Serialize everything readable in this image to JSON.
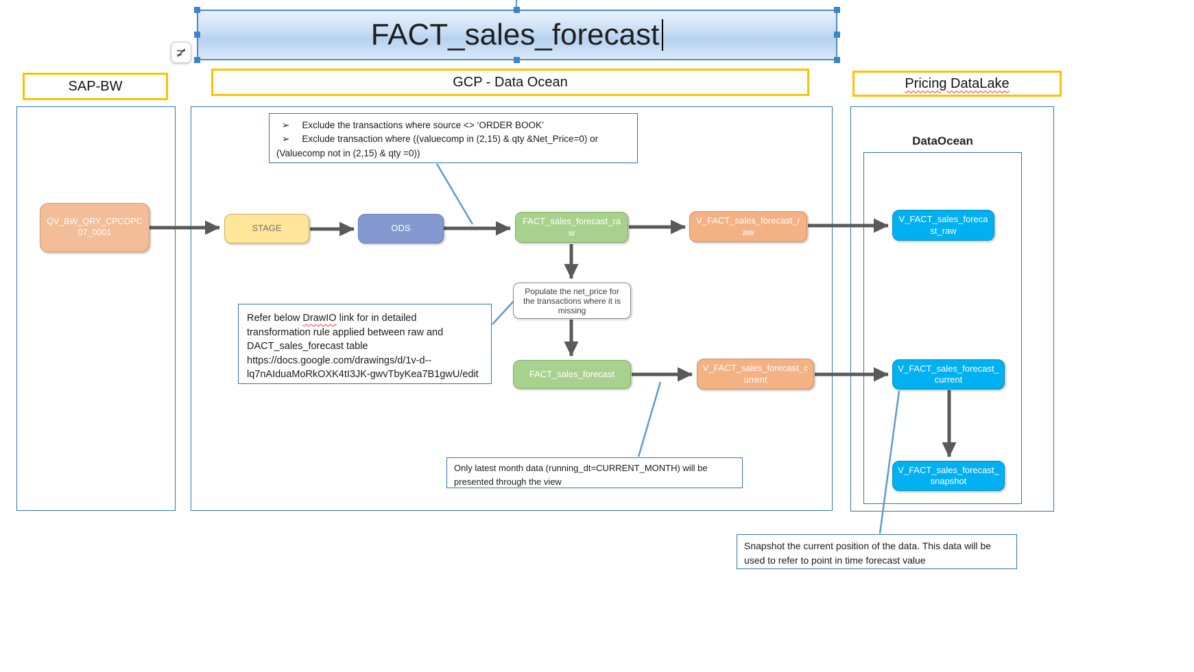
{
  "title": {
    "text": "FACT_sales_forecast"
  },
  "sections": {
    "sap_bw": {
      "label": "SAP-BW"
    },
    "gcp": {
      "label": "GCP - Data Ocean"
    },
    "pricing": {
      "label": "Pricing DataLake"
    }
  },
  "data_ocean": {
    "label": "DataOcean"
  },
  "nodes": {
    "qv": {
      "label": "QV_BW_QRY_CPCOPC07_0001"
    },
    "stage": {
      "label": "STAGE"
    },
    "ods": {
      "label": "ODS"
    },
    "fact_raw": {
      "label": "FACT_sales_forecast_raw"
    },
    "v_fact_raw": {
      "label": "V_FACT_sales_forecast_raw"
    },
    "dl_v_fact_raw": {
      "label": "V_FACT_sales_forecast_raw"
    },
    "populate_note": {
      "label": "Populate the net_price for the transactions where it is missing"
    },
    "fact": {
      "label": "FACT_sales_forecast"
    },
    "v_fact_current": {
      "label": "V_FACT_sales_forecast_current"
    },
    "dl_v_fact_current": {
      "label": "V_FACT_sales_forecast_current"
    },
    "dl_v_fact_snapshot": {
      "label": "V_FACT_sales_forecast_snapshot"
    }
  },
  "annotations": {
    "exclude": {
      "bullets": [
        "Exclude the transactions where source <> ‘ORDER BOOK’",
        "Exclude transaction where ((valuecomp in (2,15) & qty &Net_Price=0) or (Valuecomp not in (2,15) & qty =0))"
      ]
    },
    "refer": {
      "part1": "Refer below ",
      "drawio": "DrawIO",
      "part2": " link for in detailed transformation rule applied between raw and DACT_sales_forecast table https://docs.google.com/drawings/d/1v-d--lq7nAIduaMoRkOXK4tI3JK-gwvTbyKea7B1gwU/edit"
    },
    "latest": {
      "text": "Only latest month data (running_dt=CURRENT_MONTH) will be presented through the view"
    },
    "snapshot": {
      "text": "Snapshot the current position of the data. This data will be used to refer to point in time forecast value"
    }
  },
  "glyphs": {
    "bullet": "➢"
  },
  "colors": {
    "header_border": "#FFC000",
    "container_border": "#2E75B6",
    "arrow": "#595959",
    "callout_line": "#5B9BD5",
    "node_peach": "#F2BD97",
    "node_yellow": "#FFE699",
    "node_blue": "#8499CF",
    "node_green": "#A9D18E",
    "node_orange": "#F4B183",
    "node_cyan": "#00B0F0",
    "title_fill": "#C6DDF4",
    "selection_handle": "#3D85C6"
  }
}
